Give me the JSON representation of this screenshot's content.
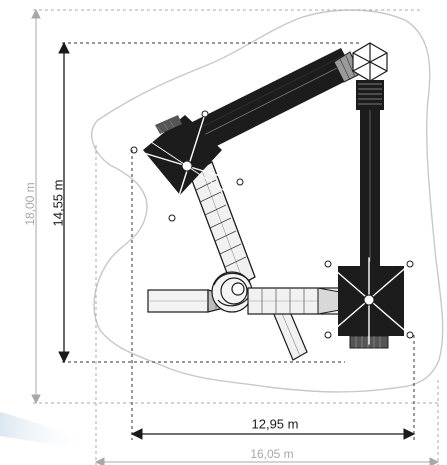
{
  "dimensions": {
    "outer_height": "18,00 m",
    "inner_height": "14,55 m",
    "inner_width": "12,95 m",
    "outer_width": "16,05 m"
  },
  "colors": {
    "structure": "#1c1c1c",
    "slide": "#efefef",
    "outline": "#c8c8c8",
    "dim_primary": "#1a1a1a",
    "dim_secondary": "#a8a8a8"
  }
}
